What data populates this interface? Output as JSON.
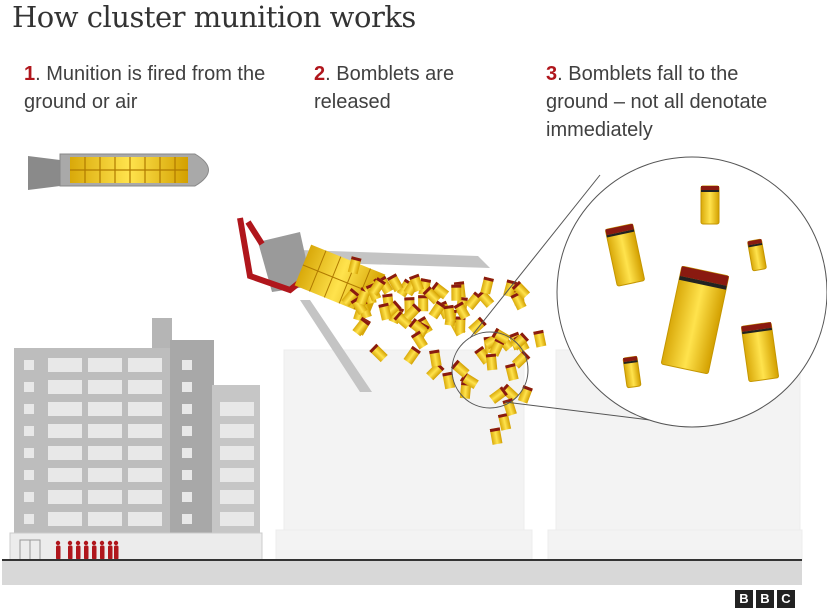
{
  "title": "How cluster munition works",
  "steps": [
    {
      "number": "1",
      "text": ". Munition is fired from the ground or air"
    },
    {
      "number": "2",
      "text": ". Bomblets are released"
    },
    {
      "number": "3",
      "text": ". Bomblets fall to the ground – not all denotate immediately"
    }
  ],
  "colors": {
    "accent_red": "#b0161c",
    "bomblet_yellow": "#f2c81c",
    "building_gray": "#b8b8b8",
    "ground_gray": "#d8d8d8"
  },
  "logo": {
    "letters": [
      "B",
      "B",
      "C"
    ]
  }
}
